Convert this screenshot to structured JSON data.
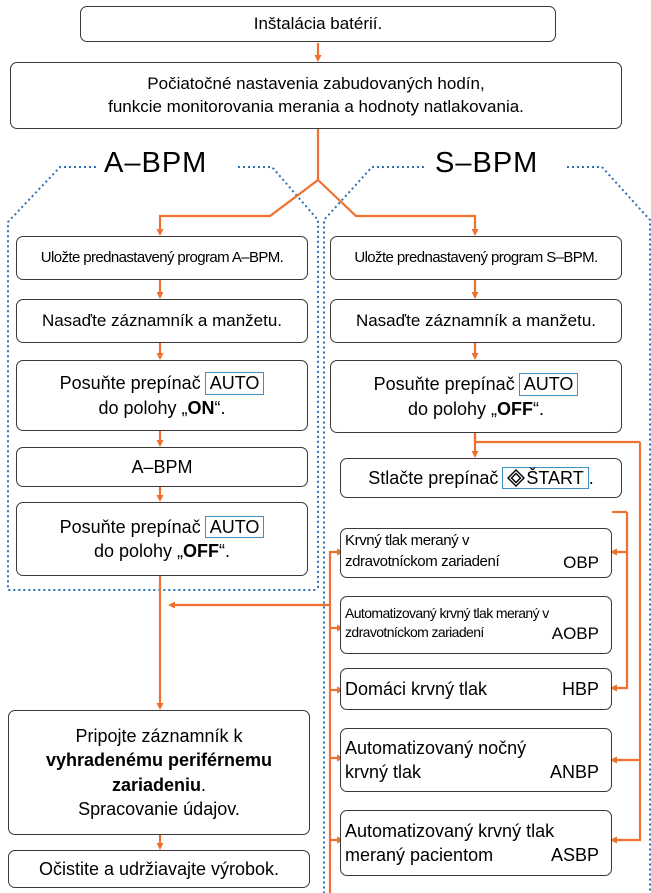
{
  "step1": "Inštalácia batérií.",
  "step2": {
    "line1": "Počiatočné nastavenia zabudovaných hodín,",
    "line2": "funkcie monitorovania merania a hodnoty natlakovania."
  },
  "abpm": {
    "title": "A–BPM",
    "store": "Uložte prednastavený program A–BPM.",
    "attach": "Nasaďte záznamník a manžetu.",
    "slide_on": {
      "text": "Posuňte prepínač",
      "key": "AUTO",
      "pos_prefix": "do polohy „",
      "pos": "ON",
      "pos_suffix": "“."
    },
    "measure": "A–BPM",
    "slide_off": {
      "text": "Posuňte prepínač",
      "key": "AUTO",
      "pos_prefix": "do polohy „",
      "pos": "OFF",
      "pos_suffix": "“."
    }
  },
  "sbpm": {
    "title": "S–BPM",
    "store": "Uložte prednastavený program S–BPM.",
    "attach": "Nasaďte záznamník a manžetu.",
    "slide_off": {
      "text": "Posuňte prepínač",
      "key": "AUTO",
      "pos_prefix": "do polohy „",
      "pos": "OFF",
      "pos_suffix": "“."
    },
    "start": {
      "text": "Stlačte prepínač",
      "key": "ŠTART",
      "suffix": "."
    },
    "modes": [
      {
        "line1": "Krvný tlak meraný v",
        "line2": "zdravotníckom zariadení",
        "code": "OBP"
      },
      {
        "line1": "Automatizovaný krvný tlak meraný v",
        "line2": "zdravotníckom zariadení",
        "code": "AOBP"
      },
      {
        "line1": "Domáci krvný tlak",
        "code": "HBP"
      },
      {
        "line1": "Automatizovaný nočný",
        "line2": "krvný tlak",
        "code": "ANBP"
      },
      {
        "line1": "Automatizovaný krvný tlak",
        "line2": "meraný pacientom",
        "code": "ASBP"
      }
    ]
  },
  "connect": {
    "line1": "Pripojte záznamník k",
    "line2": "vyhradenému periférnemu",
    "line3": "zariadeniu",
    "line3_suffix": ".",
    "line4": "Spracovanie údajov."
  },
  "clean": "Očistite a udržiavajte výrobok.",
  "colors": {
    "arrow": "#f07030",
    "dotted": "#2f6fb5",
    "key_border": "#3f8fc8"
  }
}
